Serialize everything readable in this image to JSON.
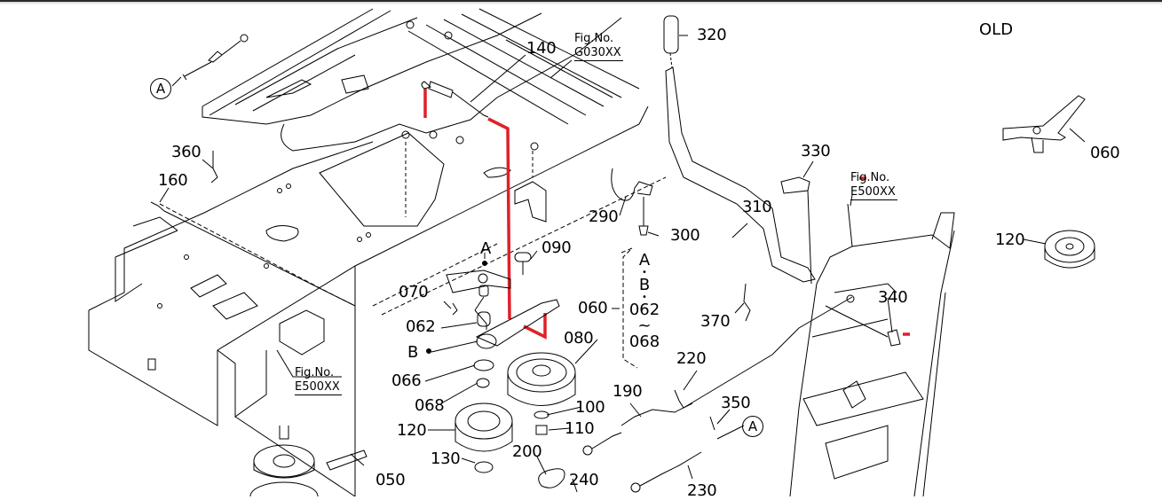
{
  "header": {
    "corner_label": "OLD"
  },
  "figure_refs": [
    {
      "id": "fig-g030",
      "prefix": "Fig.No.",
      "code": "G030XX"
    },
    {
      "id": "fig-e500-left",
      "prefix": "Fig.No.",
      "code": "E500XX"
    },
    {
      "id": "fig-e500-right",
      "prefix": "Fig.No.",
      "code": "E500XX"
    }
  ],
  "callouts": {
    "a_top": "A",
    "a_bottom": "A"
  },
  "part_labels": {
    "p140": "140",
    "p320": "320",
    "p360": "360",
    "p160": "160",
    "p330": "330",
    "p310": "310",
    "p290": "290",
    "p300": "300",
    "p090": "090",
    "p070": "070",
    "p062": "062",
    "p066": "066",
    "p068": "068",
    "p080": "080",
    "p100": "100",
    "p110": "110",
    "p120": "120",
    "p130": "130",
    "p050": "050",
    "p200": "200",
    "p240": "240",
    "p190": "190",
    "p220": "220",
    "p350": "350",
    "p230": "230",
    "p370": "370",
    "p340": "340",
    "p060": "060",
    "old_060": "060",
    "old_120": "120",
    "point_a": "A",
    "point_b": "B"
  },
  "assembly_group": {
    "label": "060",
    "line1": "A",
    "line2": "B",
    "line3": "062",
    "line4": "~",
    "line5": "068"
  },
  "colors": {
    "highlight": "#e0202a",
    "ink": "#000000",
    "background": "#ffffff"
  }
}
